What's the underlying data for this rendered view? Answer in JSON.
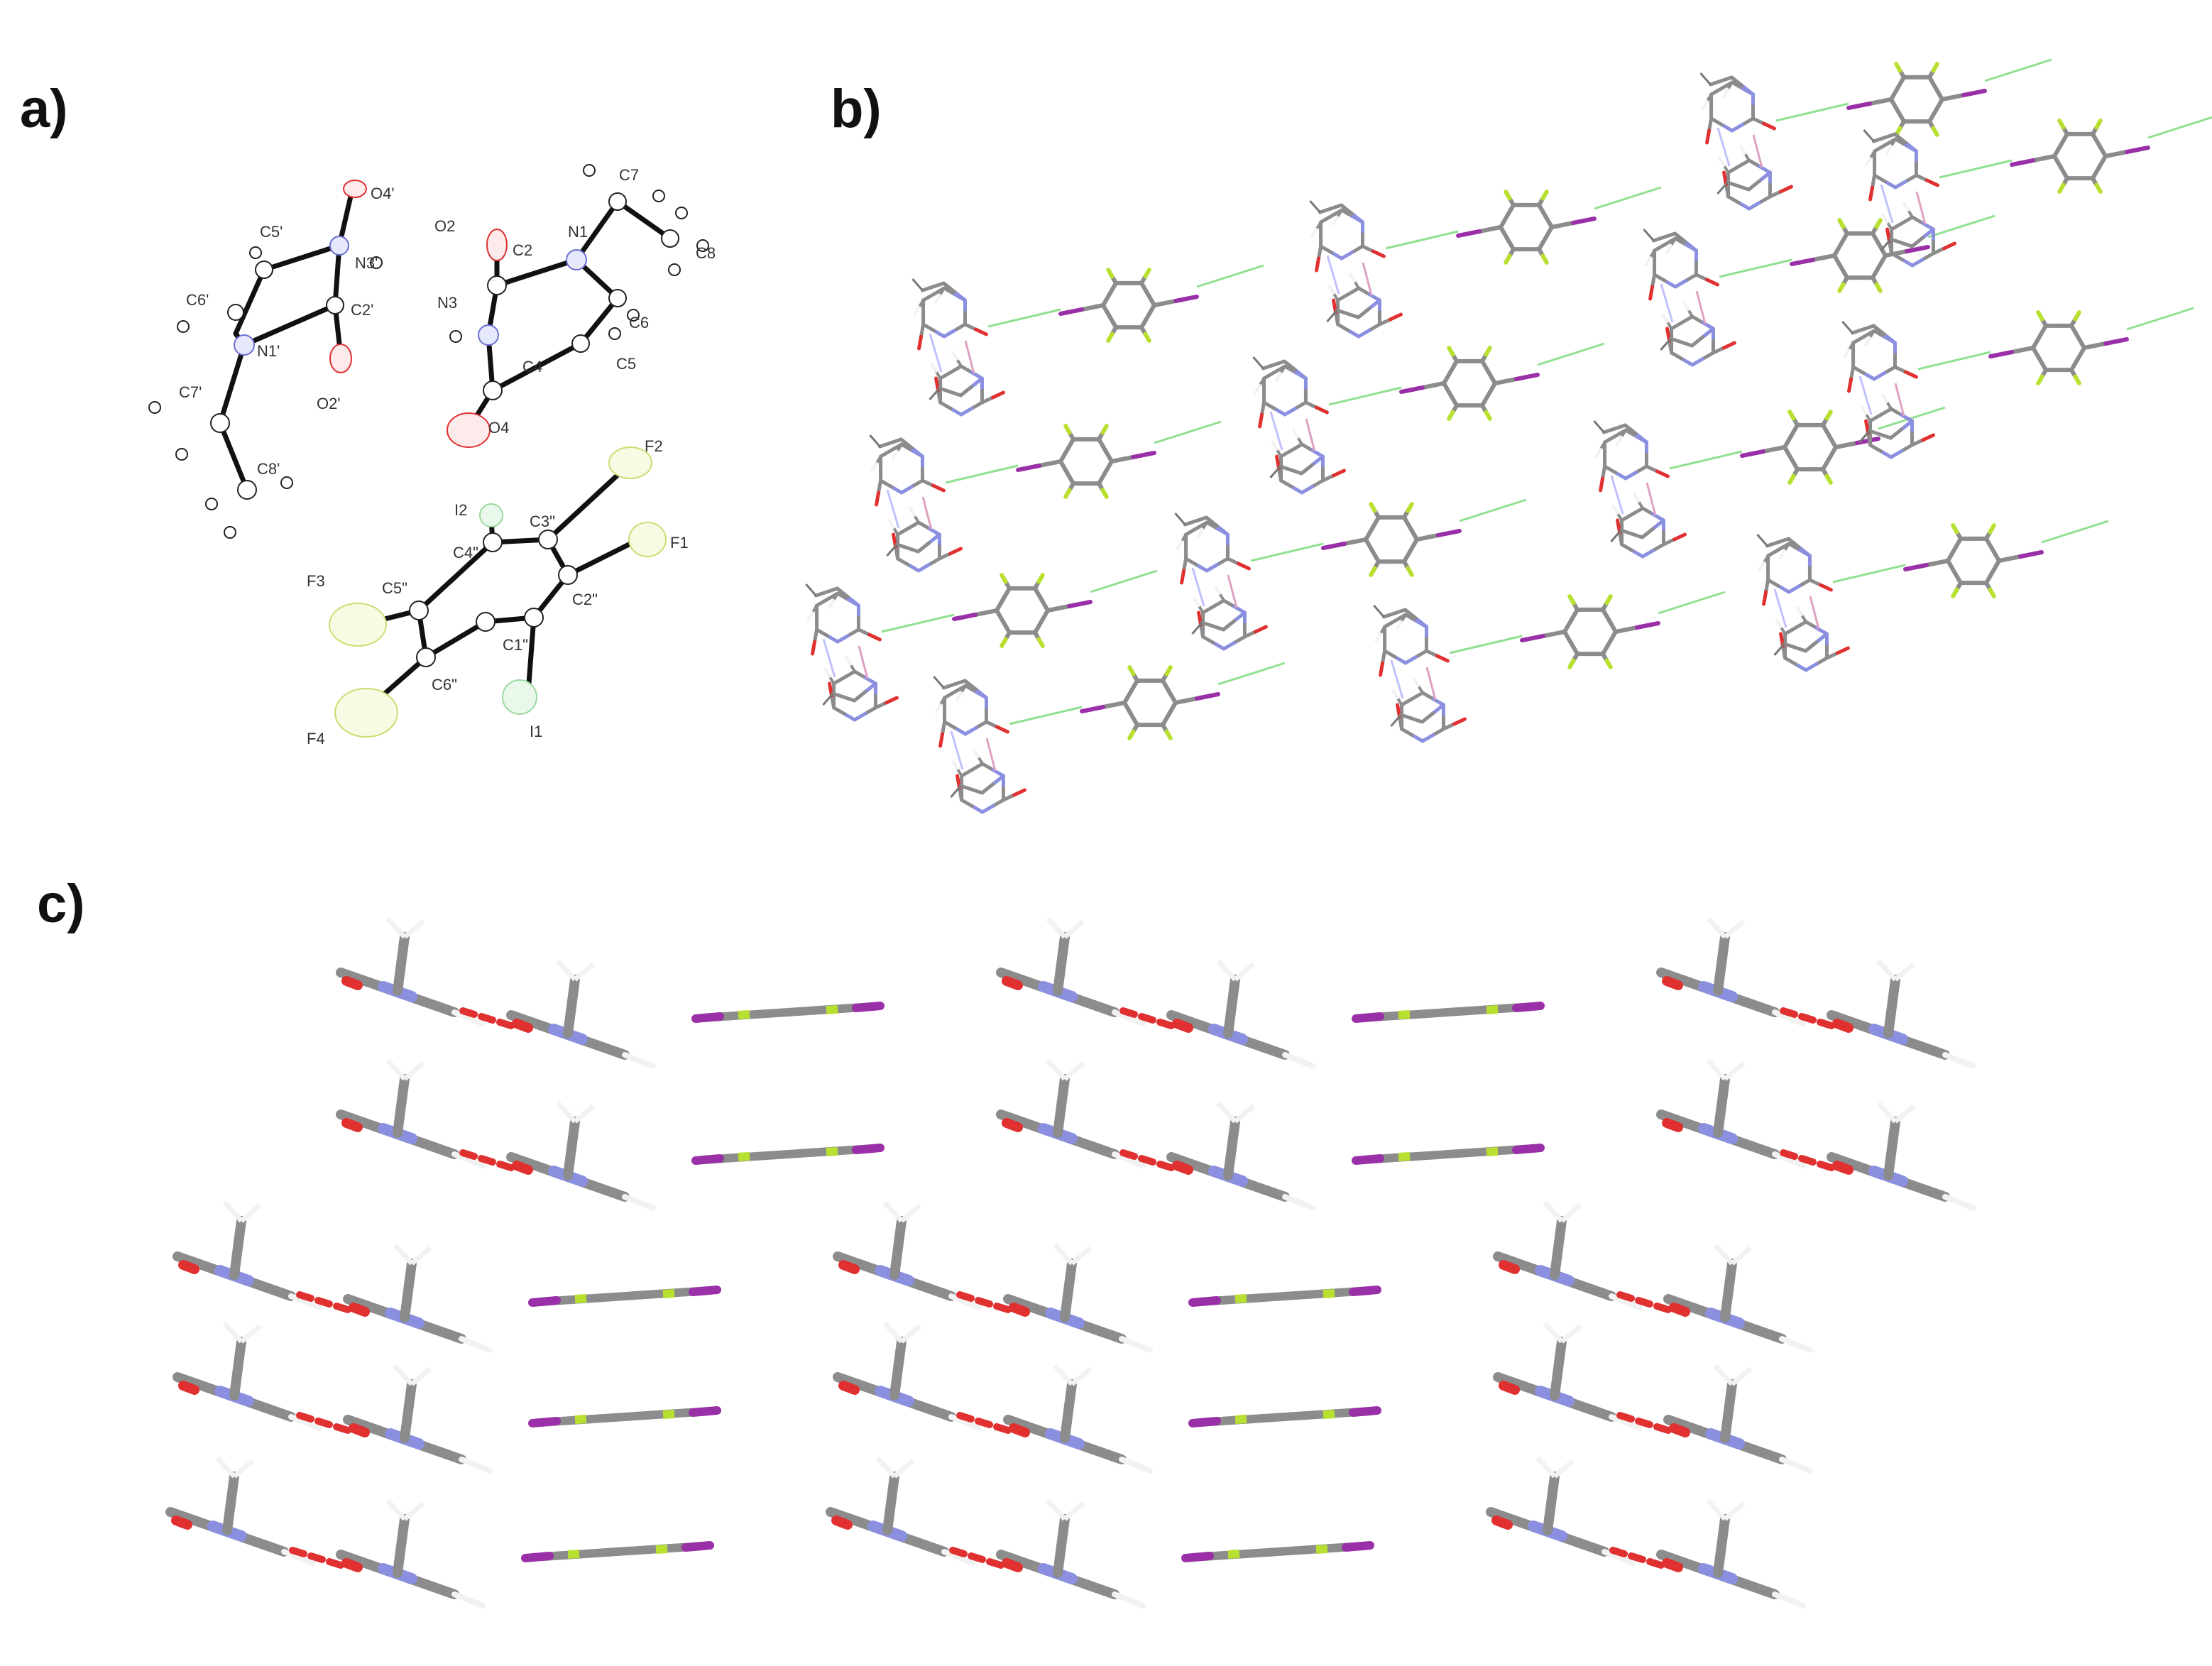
{
  "panels": {
    "a": {
      "label": "a)"
    },
    "b": {
      "label": "b)"
    },
    "c": {
      "label": "c)"
    }
  },
  "atom_labels": {
    "O4p": "O4'",
    "C5p": "C5'",
    "N3p": "N3'",
    "C6p": "C6'",
    "C2p": "C2'",
    "N1p": "N1'",
    "O2p": "O2'",
    "C7p": "C7'",
    "C8p": "C8'",
    "C7": "C7",
    "O2": "O2",
    "C2": "C2",
    "N1": "N1",
    "C8": "C8",
    "N3": "N3",
    "C6": "C6",
    "C5": "C5",
    "C4": "C4",
    "O4": "O4",
    "I2": "I2",
    "F2": "F2",
    "C3pp": "C3\"",
    "C4pp": "C4\"",
    "F1": "F1",
    "F3": "F3",
    "C5pp": "C5\"",
    "C2pp": "C2\"",
    "C1pp": "C1\"",
    "C6pp": "C6\"",
    "F4": "F4",
    "I1": "I1"
  },
  "colors": {
    "carbon": "#8c8c8c",
    "hydrogen": "#f2f2f2",
    "nitrogen": "#8a8fe0",
    "oxygen": "#e03030",
    "fluorine": "#b8e030",
    "iodine": "#9a30a8",
    "hbond": "#c0c0ff",
    "xbond": "#90e090",
    "ortep_bond": "#111111"
  }
}
